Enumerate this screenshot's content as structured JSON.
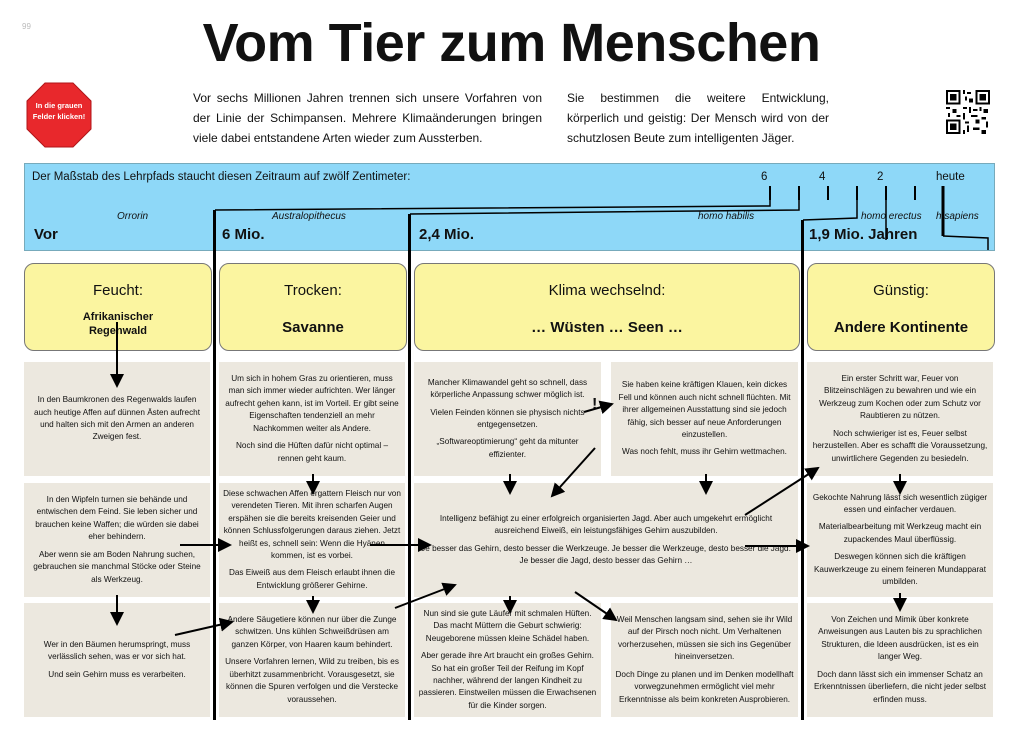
{
  "page_number": "99",
  "title": "Vom Tier zum Menschen",
  "badge": {
    "line1": "In die grauen",
    "line2": "Felder klicken!",
    "color": "#e8282c"
  },
  "intro": {
    "left": "Vor sechs Millionen Jahren trennen sich unsere Vorfahren von der Linie der Schimpansen. Mehrere Klimaänderungen bringen viele dabei entstandene Arten wieder zum Aussterben.",
    "right": "Sie bestimmen die weitere Entwicklung, körperlich und geistig: Der Mensch wird von der schutzlosen Beute zum intelligenten Jäger."
  },
  "timeline": {
    "scale_text": "Der Maßstab des Lehrpfads staucht diesen Zeitraum auf zwölf Zentimeter:",
    "tick_labels": [
      "6",
      "4",
      "2",
      "heute"
    ],
    "species": [
      "Orrorin",
      "Australopithecus",
      "homo habilis",
      "homo erectus",
      "h.sapiens"
    ],
    "eras": [
      "Vor",
      "6 Mio.",
      "2,4 Mio.",
      "1,9 Mio. Jahren"
    ],
    "band_color": "#8ed8f8"
  },
  "climate": [
    {
      "heading": "Feucht:",
      "sub": "Afrikanischer Regenwald"
    },
    {
      "heading": "Trocken:",
      "sub": "Savanne"
    },
    {
      "heading": "Klima wechselnd:",
      "sub": "… Wüsten … Seen …"
    },
    {
      "heading": "Günstig:",
      "sub": "Andere Kontinente"
    }
  ],
  "exclamation": "!",
  "cells": {
    "r1c1": [
      "In den Baumkronen des Regenwalds laufen auch heutige Affen auf dünnen Ästen aufrecht und halten sich mit den Armen an anderen Zweigen fest."
    ],
    "r1c2": [
      "Um sich in hohem Gras zu orientieren, muss man sich immer wieder aufrichten. Wer länger aufrecht gehen kann, ist im Vorteil. Er gibt seine Eigenschaften tendenziell an mehr Nachkommen weiter als Andere.",
      "Noch sind die Hüften dafür nicht optimal – rennen geht kaum."
    ],
    "r1c3a": [
      "Mancher Klimawandel geht so schnell, dass körperliche Anpassung schwer möglich ist.",
      "Vielen Feinden können sie physisch nichts entgegensetzen.",
      "„Softwareoptimierung“ geht da mitunter effizienter."
    ],
    "r1c3b": [
      "Sie haben keine kräftigen Klauen, kein dickes Fell und können auch nicht schnell flüchten. Mit ihrer allgemeinen Ausstattung sind sie jedoch fähig, sich besser auf neue Anforderungen einzustellen.",
      "Was noch fehlt, muss ihr Gehirn wettmachen."
    ],
    "r1c4": [
      "Ein erster Schritt war, Feuer von Blitzeinschlägen zu bewahren und wie ein Werkzeug zum Kochen oder zum Schutz vor Raubtieren zu nützen.",
      "Noch schwieriger ist es, Feuer selbst herzustellen. Aber es schafft die Voraussetzung, unwirtlichere Gegenden zu besiedeln."
    ],
    "r2c1": [
      "In den Wipfeln turnen sie behände und entwischen dem Feind. Sie leben sicher und brauchen keine Waffen; die würden sie dabei eher behindern.",
      "Aber wenn sie am Boden Nahrung suchen, gebrauchen sie manchmal Stöcke oder Steine als Werkzeug."
    ],
    "r2c2": [
      "Diese schwachen Affen ergattern Fleisch nur von verendeten Tieren. Mit ihren scharfen Augen erspähen sie die bereits kreisenden Geier und können Schlussfolgerungen daraus ziehen. Jetzt heißt es, schnell sein: Wenn die Hyänen kommen, ist es vorbei.",
      "Das Eiweiß aus dem Fleisch erlaubt ihnen die Entwicklung größerer Gehirne."
    ],
    "r2c3": [
      "Intelligenz befähigt zu einer erfolgreich organisierten Jagd. Aber auch umgekehrt ermöglicht ausreichend Eiweiß, ein leistungsfähiges Gehirn auszubilden.",
      "Je besser das Gehirn, desto besser die Werkzeuge. Je besser die Werkzeuge, desto besser die Jagd. Je besser die Jagd, desto besser das Gehirn …"
    ],
    "r2c4": [
      "Gekochte Nahrung lässt sich wesentlich zügiger essen und einfacher verdauen.",
      "Materialbearbeitung mit Werkzeug macht ein zupackendes Maul überflüssig.",
      "Deswegen können sich die kräftigen Kauwerkzeuge zu einem feineren Mundapparat umbilden."
    ],
    "r3c1": [
      "Wer in den Bäumen herumspringt, muss verlässlich sehen, was er vor sich hat.",
      "Und sein Gehirn muss es verarbeiten."
    ],
    "r3c2": [
      "Andere Säugetiere können nur über die Zunge schwitzen. Uns kühlen Schweißdrüsen am ganzen Körper, von Haaren kaum behindert.",
      "Unsere Vorfahren lernen, Wild zu treiben, bis es überhitzt zusammenbricht. Vorausgesetzt, sie können die Spuren verfolgen und die Verstecke voraussehen."
    ],
    "r3c3a": [
      "Nun sind sie gute Läufer mit schmalen Hüften. Das macht Müttern die Geburt schwierig: Neugeborene müssen kleine Schädel haben.",
      "Aber gerade ihre Art braucht ein großes Gehirn. So hat ein großer Teil der Reifung im Kopf nachher, während der langen Kindheit zu passieren. Einstweilen müssen die Erwachsenen für die Kinder sorgen."
    ],
    "r3c3b": [
      "Weil Menschen langsam sind, sehen sie ihr Wild auf der Pirsch noch nicht. Um Verhaltenen vorherzusehen, müssen sie sich ins Gegenüber hineinversetzen.",
      "Doch Dinge zu planen und im Denken modellhaft vorwegzunehmen ermöglicht viel mehr Erkenntnisse als beim konkreten Ausprobieren."
    ],
    "r3c4": [
      "Von Zeichen und Mimik über konkrete Anweisungen aus Lauten bis zu sprachlichen Strukturen, die Ideen ausdrücken, ist es ein langer Weg.",
      "Doch dann lässt sich ein immenser Schatz an Erkenntnissen überliefern, die nicht jeder selbst erfinden muss."
    ]
  }
}
